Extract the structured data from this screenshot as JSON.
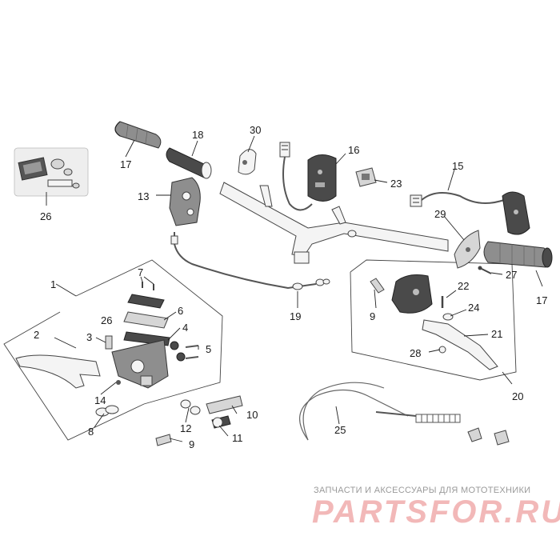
{
  "part_labels": {
    "p1": "1",
    "p2": "2",
    "p3": "3",
    "p4": "4",
    "p5": "5",
    "p6": "6",
    "p7": "7",
    "p8": "8",
    "p9a": "9",
    "p9b": "9",
    "p10": "10",
    "p11": "11",
    "p12": "12",
    "p13": "13",
    "p14": "14",
    "p15": "15",
    "p16": "16",
    "p17a": "17",
    "p17b": "17",
    "p18": "18",
    "p19": "19",
    "p20": "20",
    "p21": "21",
    "p22": "22",
    "p23": "23",
    "p24": "24",
    "p25": "25",
    "p26a": "26",
    "p26b": "26",
    "p27": "27",
    "p28": "28",
    "p29": "29",
    "p30": "30"
  },
  "watermark": {
    "caption": "ЗАПЧАСТИ И АКСЕССУАРЫ ДЛЯ МОТОТЕХНИКИ",
    "logo": "PARTSFOR.RU"
  },
  "colors": {
    "line": "#222222",
    "part_dark": "#4a4a4a",
    "part_mid": "#8e8e8e",
    "part_light": "#d6d6d6",
    "watermark_logo": "#f2b8b8",
    "watermark_caption": "#9a9a9a"
  }
}
